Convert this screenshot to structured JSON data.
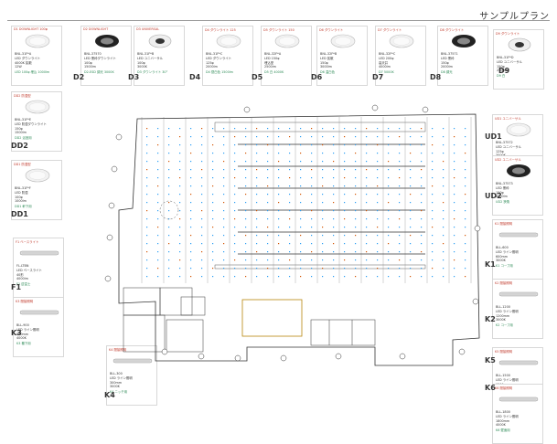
{
  "page": {
    "title": "サンプルプラン"
  },
  "fixtures": [
    {
      "code": "D1",
      "head": "D1 DOWNLIGHT 100φ",
      "model": "BNL-31F*A",
      "lines": [
        "LED ダウンライト",
        "4000K 拡散",
        "12W"
      ],
      "note": "LED 100φ 埋込 1000lm",
      "shape": "downlight-white"
    },
    {
      "code": "D2",
      "head": "D2 DOWNLIGHT",
      "model": "BNL-37570",
      "lines": [
        "LED 黒枠ダウンライト",
        "100φ",
        "1500lm"
      ],
      "note": "D2-ESD 調光 3000K",
      "shape": "downlight-black"
    },
    {
      "code": "D3",
      "head": "D3 UNIVERSAL",
      "model": "BNL-31F*B",
      "lines": [
        "LED ユニバーサル",
        "100φ",
        "3000K"
      ],
      "note": "D3 ダウンライト 30°",
      "shape": "downlight-ring"
    },
    {
      "code": "D4",
      "head": "D4 ダウンライト 125",
      "model": "BNL-31F*C",
      "lines": [
        "LED ダウンライト",
        "125φ",
        "2000lm"
      ],
      "note": "D4 昼白色 1500lm",
      "shape": "downlight-white"
    },
    {
      "code": "D5",
      "head": "D5 ダウンライト 150",
      "model": "BNL-32F*A",
      "lines": [
        "LED 150φ",
        "埋込型",
        "2500lm"
      ],
      "note": "D5 白 4000K",
      "shape": "downlight-white"
    },
    {
      "code": "D6",
      "head": "D6 ダウンライト",
      "model": "BNL-32F*B",
      "lines": [
        "LED 拡散",
        "150φ",
        "3000lm"
      ],
      "note": "D6 温白色",
      "shape": "downlight-white"
    },
    {
      "code": "D7",
      "head": "D7 ダウンライト",
      "model": "BNL-32F*C",
      "lines": [
        "LED 200φ",
        "高天井",
        "4000lm"
      ],
      "note": "D7 5000K",
      "shape": "downlight-white"
    },
    {
      "code": "D8",
      "head": "D8 ダウンライト",
      "model": "BNL-37571",
      "lines": [
        "LED 黒枠",
        "150φ",
        "2000lm"
      ],
      "note": "D8 調光",
      "shape": "downlight-black"
    },
    {
      "code": "D9",
      "head": "D9 ダウンライト",
      "model": "BNL-31F*D",
      "lines": [
        "LED ユニバーサル",
        "150φ",
        "2500lm"
      ],
      "note": "D9 白",
      "shape": "downlight-ring"
    },
    {
      "code": "DD2",
      "head": "DD2 防湿型",
      "model": "BNL-31F*E",
      "lines": [
        "LED 防湿ダウンライト",
        "150φ",
        "1500lm"
      ],
      "note": "DD2 浴室用",
      "shape": "downlight-white"
    },
    {
      "code": "DD1",
      "head": "DD1 防湿型",
      "model": "BNL-31F*F",
      "lines": [
        "LED 防湿",
        "100φ",
        "1000lm"
      ],
      "note": "DD1 軒下用",
      "shape": "downlight-white"
    },
    {
      "code": "UD1",
      "head": "UD1 ユニバーサル",
      "model": "BNL-37572",
      "lines": [
        "LED ユニバーサル",
        "125φ",
        "3000K"
      ],
      "note": "UD1 調光",
      "shape": "downlight-white"
    },
    {
      "code": "UD2",
      "head": "UD2 ユニバーサル",
      "model": "BNL-37573",
      "lines": [
        "LED 黒枠",
        "150φ",
        "2000lm"
      ],
      "note": "UD2 狭角",
      "shape": "downlight-black"
    },
    {
      "code": "F1",
      "head": "F1 ベースライト",
      "model": "FL-LTBN",
      "lines": [
        "LED ベースライト",
        "40形",
        "4000lm"
      ],
      "note": "F1 逆富士",
      "shape": "bar"
    },
    {
      "code": "K1",
      "head": "K1 間接照明",
      "model": "BLL-600",
      "lines": [
        "LED ライン照明",
        "600mm",
        "3000K"
      ],
      "note": "K1 コーブ用",
      "shape": "bar"
    },
    {
      "code": "K2",
      "head": "K2 間接照明",
      "model": "BLL-1200",
      "lines": [
        "LED ライン照明",
        "1200mm",
        "3000K"
      ],
      "note": "K2 コーブ用",
      "shape": "bar"
    },
    {
      "code": "K3",
      "head": "K3 間接照明",
      "model": "BLL-900",
      "lines": [
        "LED ライン照明",
        "900mm",
        "4000K"
      ],
      "note": "K3 棚下用",
      "shape": "bar"
    },
    {
      "code": "K4",
      "head": "K4 間接照明",
      "model": "BLL-300",
      "lines": [
        "LED ライン照明",
        "300mm",
        "3000K"
      ],
      "note": "K4 ニッチ用",
      "shape": "bar"
    },
    {
      "code": "K5",
      "head": "K5 間接照明",
      "model": "BLL-1500",
      "lines": [
        "LED ライン照明",
        "1500mm",
        "3000K"
      ],
      "note": "K5 天井用",
      "shape": "bar"
    },
    {
      "code": "K6",
      "head": "K6 間接照明",
      "model": "BLL-1800",
      "lines": [
        "LED ライン照明",
        "1800mm",
        "4000K"
      ],
      "note": "K6 壁面用",
      "shape": "bar"
    }
  ]
}
